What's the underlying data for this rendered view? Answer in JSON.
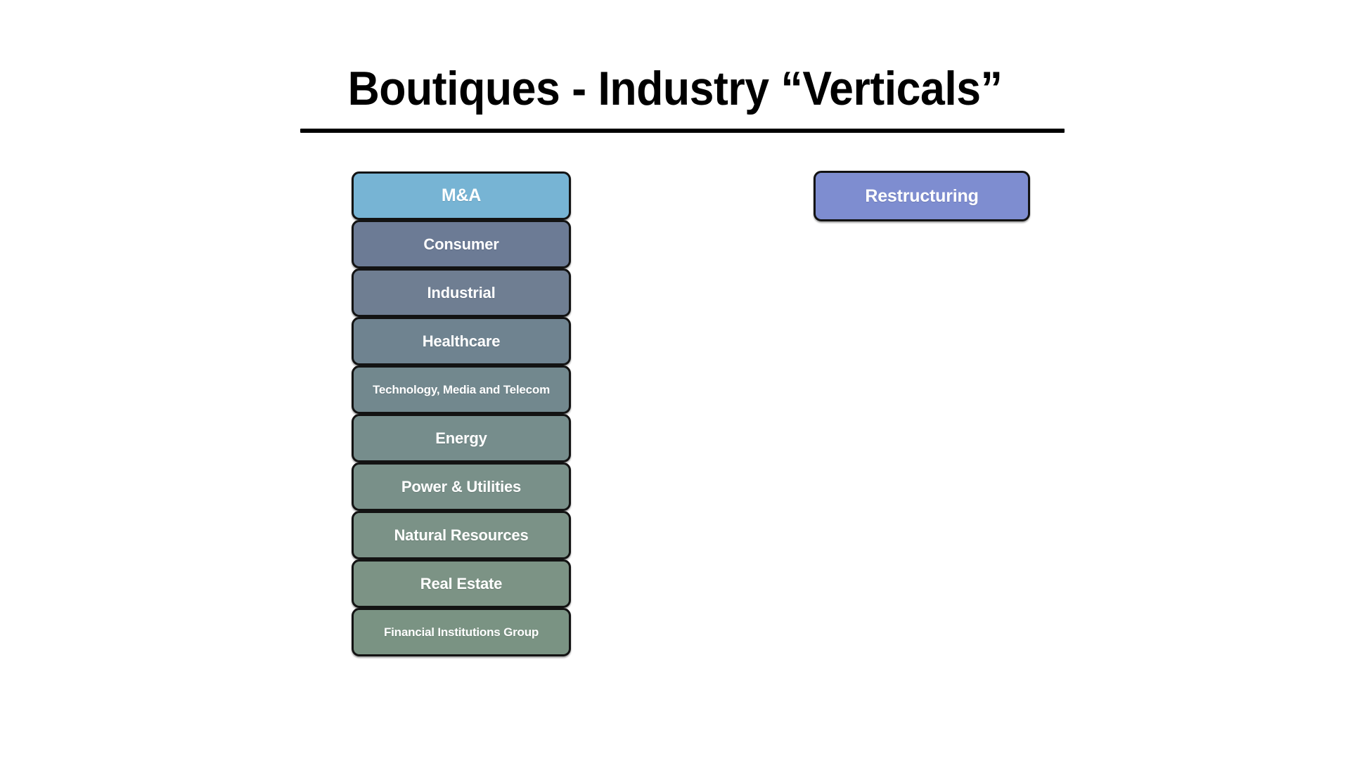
{
  "slide": {
    "title": "Boutiques - Industry “Verticals”",
    "background_color": "#ffffff",
    "border_color": "#131313",
    "text_color": "#ffffff"
  },
  "left_column": {
    "name": "industry-verticals-stack",
    "boxes": [
      {
        "label": "M&A",
        "color": "#77b4d4",
        "size": "lead"
      },
      {
        "label": "Consumer",
        "color": "#6c7b95",
        "size": "normal"
      },
      {
        "label": "Industrial",
        "color": "#6f7e92",
        "size": "normal"
      },
      {
        "label": "Healthcare",
        "color": "#6f8390",
        "size": "normal"
      },
      {
        "label": "Technology, Media and Telecom",
        "color": "#72888e",
        "size": "small"
      },
      {
        "label": "Energy",
        "color": "#768d8c",
        "size": "normal"
      },
      {
        "label": "Power & Utilities",
        "color": "#799089",
        "size": "normal"
      },
      {
        "label": "Natural Resources",
        "color": "#7b9287",
        "size": "normal"
      },
      {
        "label": "Real Estate",
        "color": "#7c9385",
        "size": "normal"
      },
      {
        "label": "Financial Institutions Group",
        "color": "#7a9383",
        "size": "small"
      }
    ]
  },
  "right_column": {
    "name": "restructuring-group",
    "boxes": [
      {
        "label": "Restructuring",
        "color": "#7e8dd0",
        "size": "lead"
      }
    ]
  }
}
